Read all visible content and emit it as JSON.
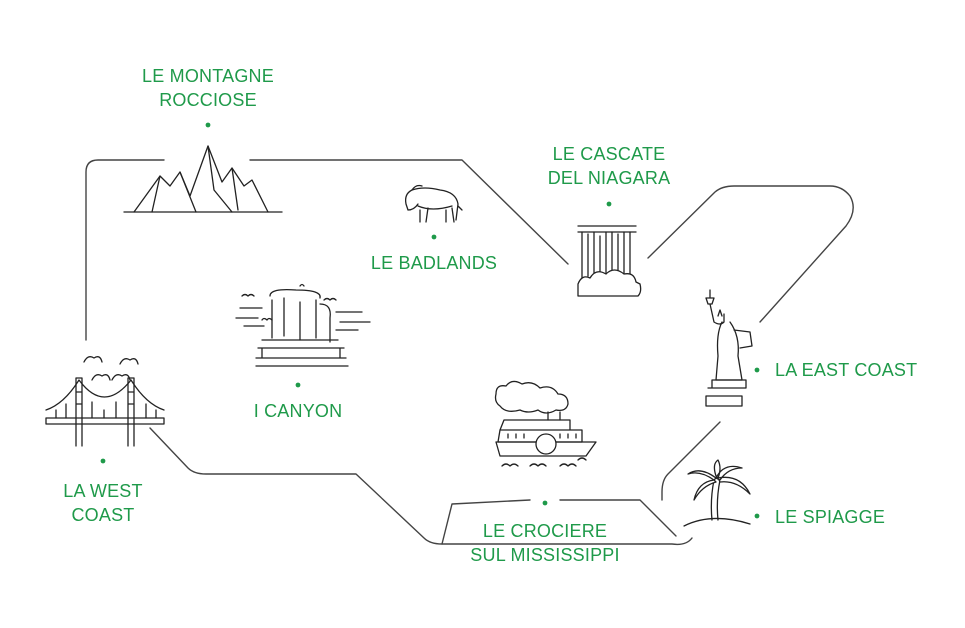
{
  "locations": {
    "rocky_mountains": {
      "line1": "LE MONTAGNE",
      "line2": "ROCCIOSE"
    },
    "niagara_falls": {
      "line1": "LE CASCATE",
      "line2": "DEL NIAGARA"
    },
    "badlands": {
      "label": "LE BADLANDS"
    },
    "canyons": {
      "label": "I CANYON"
    },
    "east_coast": {
      "label": "LA EAST COAST"
    },
    "west_coast": {
      "line1": "LA WEST",
      "line2": "COAST"
    },
    "mississippi_cruises": {
      "line1": "LE CROCIERE",
      "line2": "SUL MISSISSIPPI"
    },
    "beaches": {
      "label": "LE SPIAGGE"
    }
  },
  "colors": {
    "label": "#1f9a4a",
    "line": "#444444",
    "background": "#ffffff"
  },
  "icons": [
    "mountains-icon",
    "bison-icon",
    "waterfall-icon",
    "canyon-icon",
    "golden-gate-bridge-icon",
    "steamboat-icon",
    "statue-of-liberty-icon",
    "palm-island-icon"
  ]
}
